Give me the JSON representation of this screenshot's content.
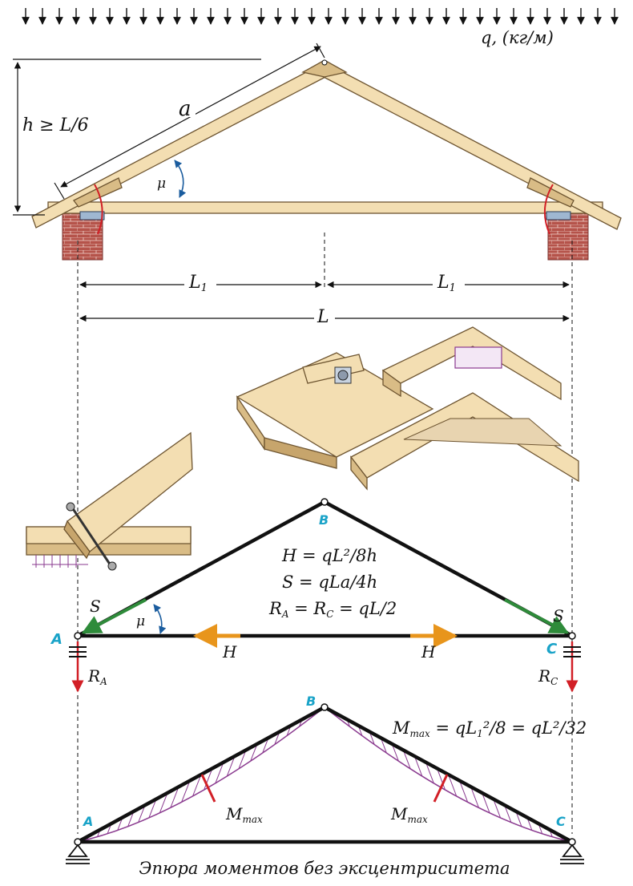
{
  "load": {
    "label": "q, (кг/м)"
  },
  "geometry": {
    "height": "h ≥ L/6",
    "rafter": "a",
    "angle": "μ",
    "half_span": "L",
    "half_span_sub": "1",
    "span": "L"
  },
  "statics": {
    "apex": "B",
    "left_support": "A",
    "right_support": "C",
    "force_s": "S",
    "force_h": "H",
    "formula_h": "H = qL²/8h",
    "formula_s": "S = qLa/4h",
    "formula_r_main": "R",
    "formula_r_sub_a": "A",
    "formula_r_eq": " = R",
    "formula_r_sub_c": "C",
    "formula_r_tail": " = qL/2",
    "reaction": "R",
    "reaction_sub_a": "A",
    "reaction_sub_c": "C"
  },
  "moments": {
    "mmax_left": "M",
    "mmax_left_sub": "max",
    "mmax_right": "M",
    "mmax_right_sub": "max",
    "formula_m": "M",
    "formula_m_sub": "max",
    "formula_m_tail": " = qL",
    "formula_m_tail_sub": "1",
    "formula_m_rest": "²/8 = qL²/32",
    "caption": "Эпюра моментов без эксцентриситета"
  },
  "colors": {
    "wood": "#f3deb2",
    "brick": "#b5534a",
    "green": "#2e8b3a",
    "orange": "#e8951c",
    "red": "#d21f26",
    "blue_label": "#1aa3c8",
    "hatch": "#8a3a8f"
  }
}
